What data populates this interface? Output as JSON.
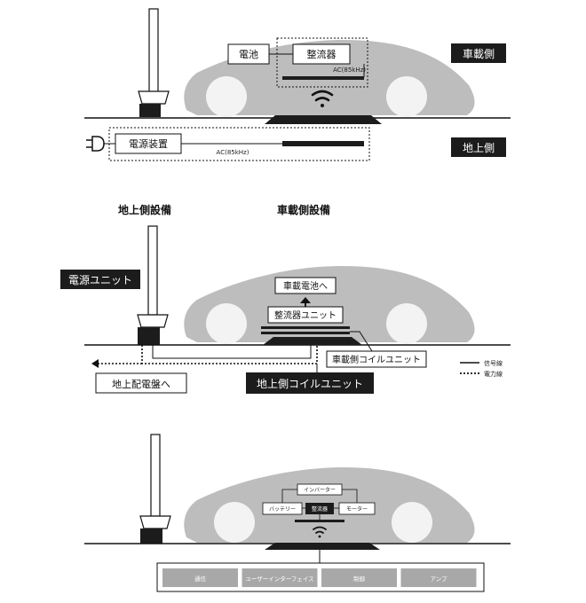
{
  "panel1": {
    "battery": "電池",
    "rectifier": "整流器",
    "ac_vehicle": "AC(85kHz)",
    "side_vehicle": "車載側",
    "power_device": "電源装置",
    "ac_ground": "AC(85kHz)",
    "side_ground": "地上側"
  },
  "panel2": {
    "heading_ground": "地上側設備",
    "heading_vehicle": "車載側設備",
    "power_unit": "電源ユニット",
    "to_vehicle_battery": "車載電池へ",
    "rectifier_unit": "整流器ユニット",
    "vehicle_coil_unit": "車載側コイルユニット",
    "ground_coil_unit": "地上側コイルユニット",
    "to_distribution_board": "地上配電盤へ",
    "legend_signal": "信号線",
    "legend_power": "電力線"
  },
  "panel3": {
    "inverter": "インバーター",
    "battery": "バッテリー",
    "rectifier": "整流器",
    "motor": "モーター",
    "modules": [
      "通信",
      "ユーザーインターフェイス",
      "制御",
      "アンプ"
    ]
  },
  "colors": {
    "car": "#bdbdbd",
    "dark": "#1c1c1c",
    "wheel": "#f3f3f3",
    "module_box": "#a8a8a8"
  }
}
